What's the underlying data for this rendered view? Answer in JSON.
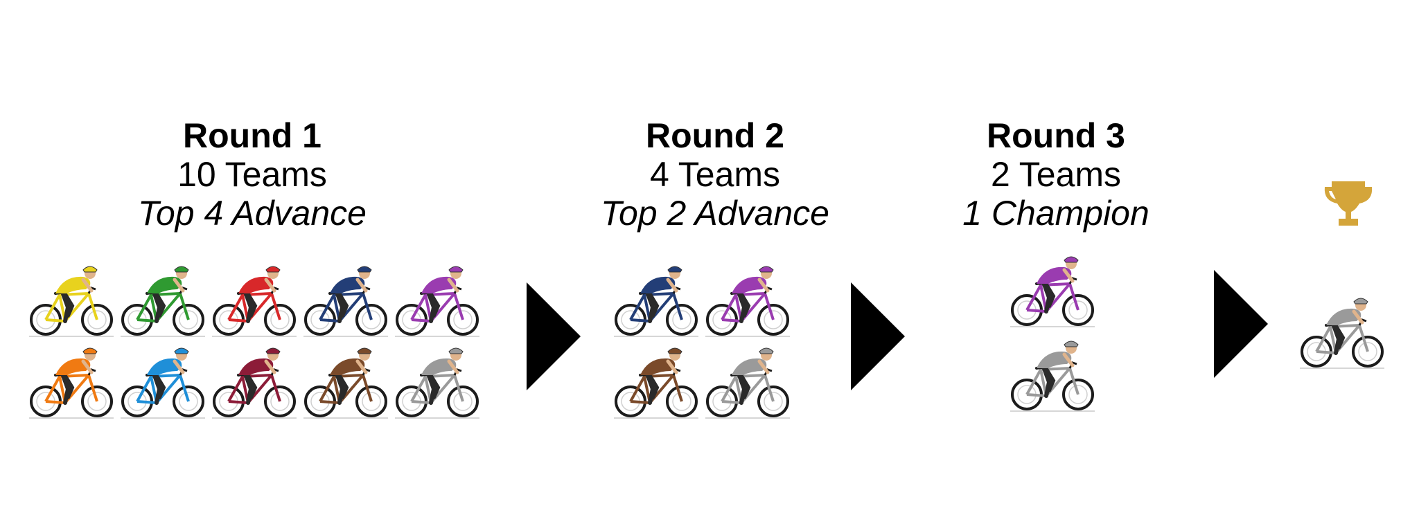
{
  "rounds": [
    {
      "title": "Round 1",
      "teams": "10 Teams",
      "note": "Top 4 Advance"
    },
    {
      "title": "Round 2",
      "teams": "4 Teams",
      "note": "Top 2 Advance"
    },
    {
      "title": "Round 3",
      "teams": "2 Teams",
      "note": "1 Champion"
    }
  ],
  "colors": {
    "yellow": "#e8d21e",
    "green": "#2f9a31",
    "red": "#d8282a",
    "navy": "#233e77",
    "purple": "#9a3cb0",
    "orange": "#f07a12",
    "blue": "#1f8fd8",
    "maroon": "#8c1c38",
    "brown": "#7a4a2a",
    "gray": "#9a9a9a",
    "trophy": "#d4a53a",
    "arrow": "#000000"
  },
  "round1_riders": [
    "yellow",
    "green",
    "red",
    "navy",
    "purple",
    "orange",
    "blue",
    "maroon",
    "brown",
    "gray"
  ],
  "round2_riders": [
    "navy",
    "purple",
    "brown",
    "gray"
  ],
  "round3_riders": [
    "purple",
    "gray"
  ],
  "champion_rider": "gray",
  "icons": {
    "trophy": "trophy-icon",
    "arrow": "right-arrow-icon",
    "cyclist": "cyclist-icon"
  }
}
